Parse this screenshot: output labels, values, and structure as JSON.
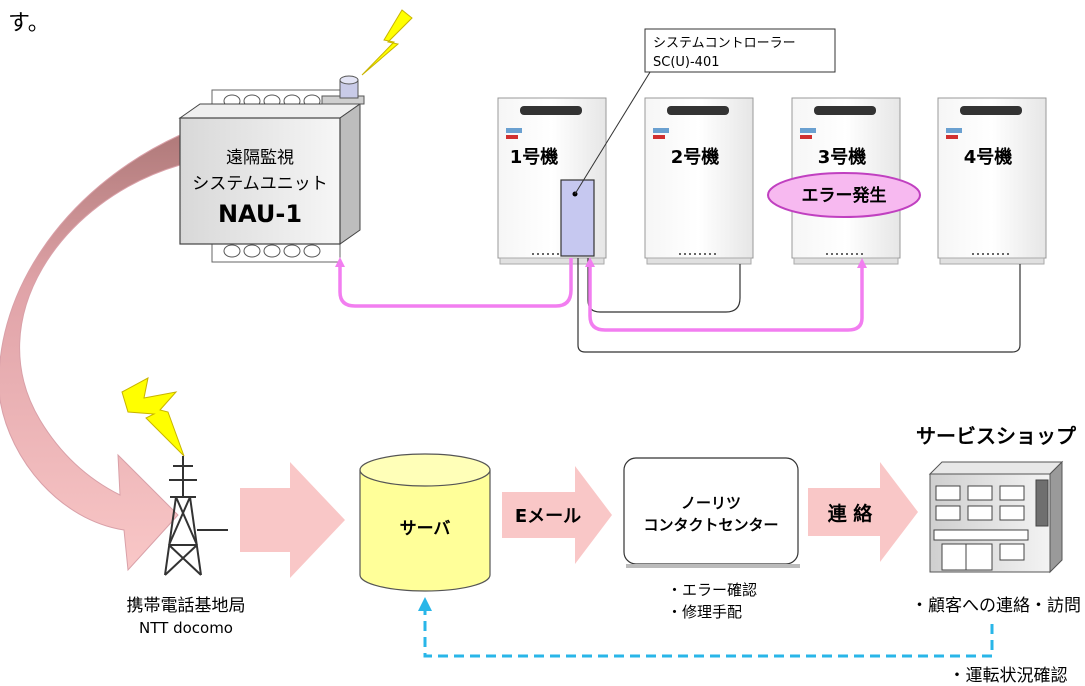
{
  "intro_fragment": "す。",
  "remote_unit": {
    "line1": "遠隔監視",
    "line2": "システムユニット",
    "model": "NAU-1"
  },
  "controller_callout": {
    "line1": "システムコントローラー",
    "line2": "SC(U)-401"
  },
  "heaters": [
    {
      "label": "1号機"
    },
    {
      "label": "2号機"
    },
    {
      "label": "3号機"
    },
    {
      "label": "4号機"
    }
  ],
  "error_label": "エラー発生",
  "base_station": {
    "line1": "携帯電話基地局",
    "line2": "NTT docomo"
  },
  "server_label": "サーバ",
  "email_label": "Eメール",
  "contact_center": {
    "line1": "ノーリツ",
    "line2": "コンタクトセンター",
    "note1": "・エラー確認",
    "note2": "・修理手配"
  },
  "contact_label": "連 絡",
  "service_shop": {
    "title": "サービスショップ",
    "note": "・顧客への連絡・訪問"
  },
  "status_check": "・運転状況確認",
  "colors": {
    "pink_line": "#f27ef0",
    "pink_arrow": "#f9c7c7",
    "server_fill": "#ffff99",
    "controller_fill": "#c6c8f0",
    "dashed_line": "#29b6e8",
    "error_fill": "#f7b9f0",
    "lightning": "#ffff00"
  }
}
